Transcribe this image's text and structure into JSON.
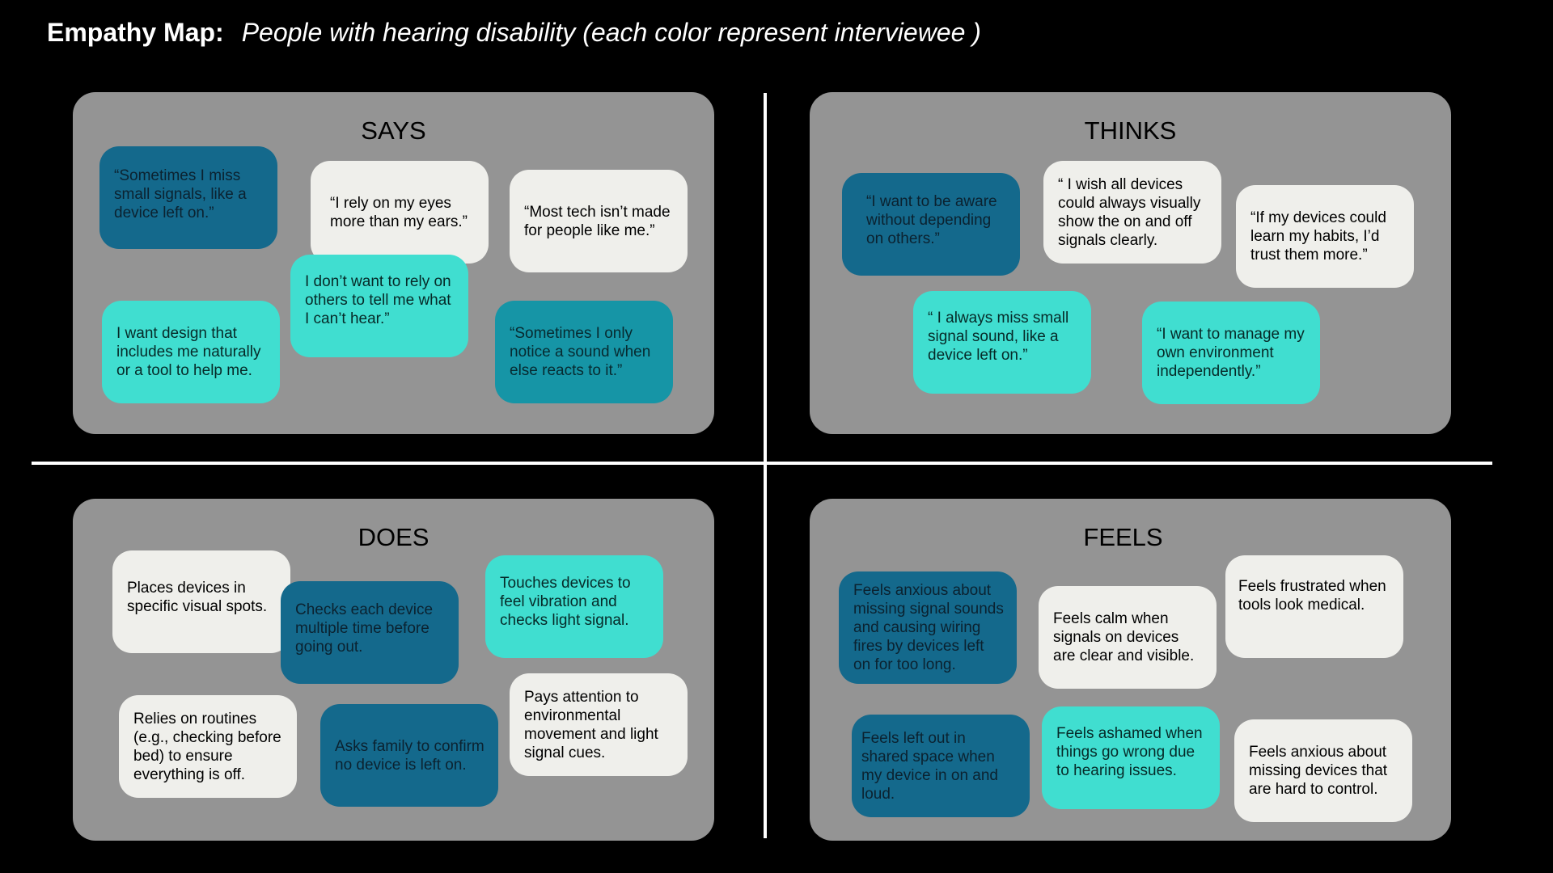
{
  "header": {
    "label": "Empathy Map:",
    "subtitle": "People with hearing disability (each color represent interviewee )"
  },
  "colors": {
    "background": "#000000",
    "quadrant": "#949494",
    "white_note": "#efefeb",
    "navy_note": "#14698c",
    "cyan_note": "#40ded0",
    "teal_note": "#1695a6"
  },
  "says": {
    "title": "SAYS",
    "notes": [
      {
        "text": "“Sometimes I miss small signals, like a device left on.”",
        "color": "navy"
      },
      {
        "text": "“I rely on my eyes more than my ears.”",
        "color": "white"
      },
      {
        "text": "“Most tech isn’t made for people like me.”",
        "color": "white"
      },
      {
        "text": "I don’t want to rely on others to tell me what I can’t hear.”",
        "color": "cyan"
      },
      {
        "text": "I want design that includes me naturally or a tool to help me.",
        "color": "cyan"
      },
      {
        "text": "“Sometimes I only notice a sound when else reacts to it.”",
        "color": "teal"
      }
    ]
  },
  "thinks": {
    "title": "THINKS",
    "notes": [
      {
        "text": "“I want to be aware without depending on others.”",
        "color": "navy"
      },
      {
        "text": "“ I wish all devices could always visually show the on and off signals clearly.",
        "color": "white"
      },
      {
        "text": "“If my devices could learn my habits, I’d trust them more.”",
        "color": "white"
      },
      {
        "text": "“ I always miss small signal sound, like a device left on.”",
        "color": "cyan"
      },
      {
        "text": "“I want to manage my own environment independently.”",
        "color": "cyan"
      }
    ]
  },
  "does": {
    "title": "DOES",
    "notes": [
      {
        "text": "Places devices in specific visual spots.",
        "color": "white"
      },
      {
        "text": "Checks each device multiple time before going out.",
        "color": "navy"
      },
      {
        "text": "Touches devices to feel vibration and checks light signal.",
        "color": "cyan"
      },
      {
        "text": "Relies on routines (e.g., checking before bed) to ensure everything is off.",
        "color": "white"
      },
      {
        "text": "Asks family to confirm no device is left on.",
        "color": "navy"
      },
      {
        "text": "Pays attention to environmental movement and light signal cues.",
        "color": "white"
      }
    ]
  },
  "feels": {
    "title": "FEELS",
    "notes": [
      {
        "text": "Feels anxious about missing signal sounds and causing wiring fires by devices left on for too long.",
        "color": "navy"
      },
      {
        "text": "Feels calm when signals on devices are clear and visible.",
        "color": "white"
      },
      {
        "text": "Feels frustrated when tools look  medical.",
        "color": "white"
      },
      {
        "text": "Feels left out in shared space when my device in on and loud.",
        "color": "navy"
      },
      {
        "text": "Feels ashamed when things go wrong due to hearing issues.",
        "color": "cyan"
      },
      {
        "text": "Feels anxious about missing devices that are hard to control.",
        "color": "white"
      }
    ]
  }
}
